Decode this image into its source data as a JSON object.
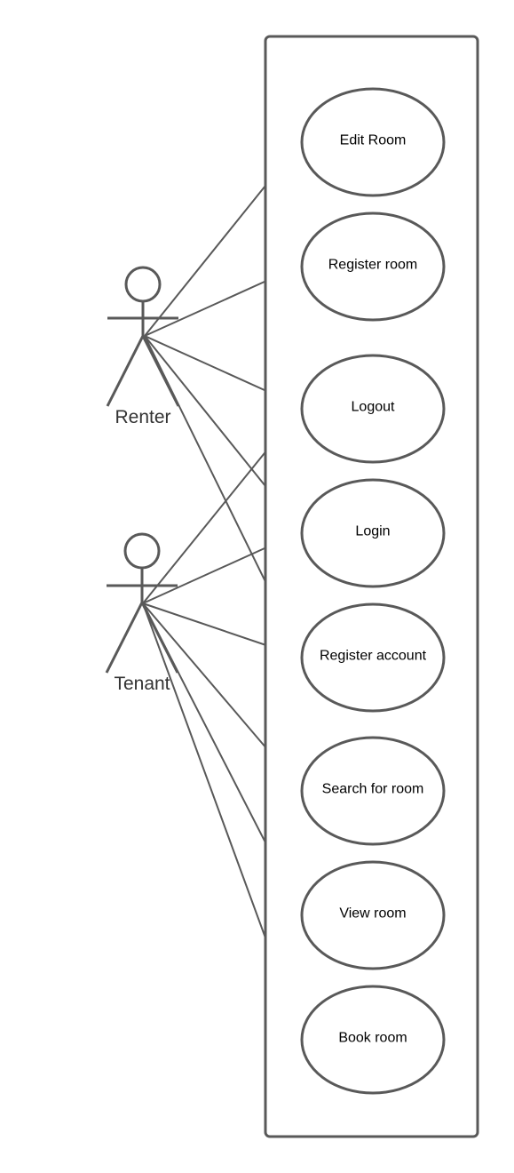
{
  "diagram": {
    "actors": [
      {
        "id": "renter",
        "label": "Renter"
      },
      {
        "id": "tenant",
        "label": "Tenant"
      }
    ],
    "use_cases": [
      {
        "id": "edit-room",
        "label": "Edit Room"
      },
      {
        "id": "register-room",
        "label": "Register room"
      },
      {
        "id": "logout",
        "label": "Logout"
      },
      {
        "id": "login",
        "label": "Login"
      },
      {
        "id": "register-account",
        "label": "Register account"
      },
      {
        "id": "search-for-room",
        "label": "Search for room"
      },
      {
        "id": "view-room",
        "label": "View room"
      },
      {
        "id": "book-room",
        "label": "Book room"
      }
    ],
    "associations": [
      {
        "actor": "renter",
        "use_case": "edit-room"
      },
      {
        "actor": "renter",
        "use_case": "register-room"
      },
      {
        "actor": "renter",
        "use_case": "logout"
      },
      {
        "actor": "renter",
        "use_case": "login"
      },
      {
        "actor": "renter",
        "use_case": "register-account"
      },
      {
        "actor": "tenant",
        "use_case": "logout"
      },
      {
        "actor": "tenant",
        "use_case": "login"
      },
      {
        "actor": "tenant",
        "use_case": "register-account"
      },
      {
        "actor": "tenant",
        "use_case": "search-for-room"
      },
      {
        "actor": "tenant",
        "use_case": "view-room"
      },
      {
        "actor": "tenant",
        "use_case": "book-room"
      }
    ],
    "colors": {
      "stroke": "#595959",
      "actor_label": "#333333",
      "use_case_label": "#000000",
      "background": "#ffffff"
    }
  }
}
